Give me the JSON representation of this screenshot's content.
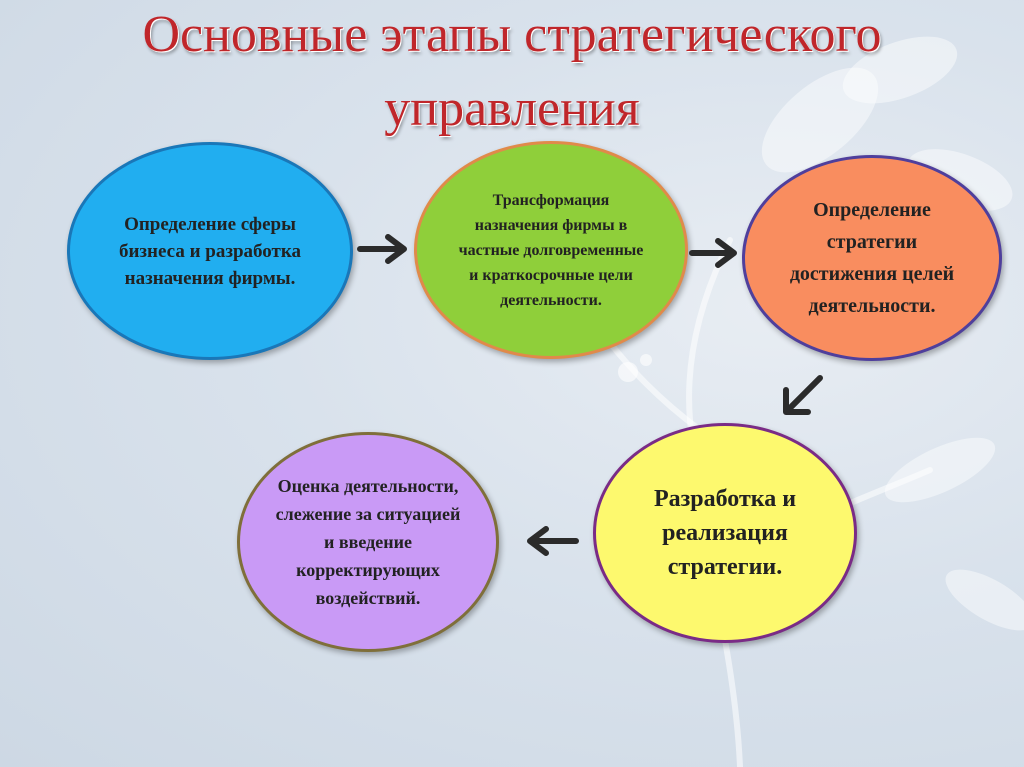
{
  "title": {
    "line1": "Основные этапы стратегического",
    "line2": "управления"
  },
  "stages": [
    {
      "text": "Определение сферы бизнеса и разработка назначения фирмы.",
      "color": "#21aef0"
    },
    {
      "text": "Трансформация назначения фирмы в частные долговременные и краткосрочные цели деятельности.",
      "color": "#8fcf3a"
    },
    {
      "text": "Определение стратегии достижения целей деятельности.",
      "color": "#f98d5f"
    },
    {
      "text": "Разработка и реализация стратегии.",
      "color": "#fdf96e"
    },
    {
      "text": "Оценка деятельности, слежение за ситуацией и введение корректирующих воздействий.",
      "color": "#c99af6"
    }
  ],
  "colors": {
    "title": "#c0262a",
    "arrow": "#2b2b2b"
  }
}
